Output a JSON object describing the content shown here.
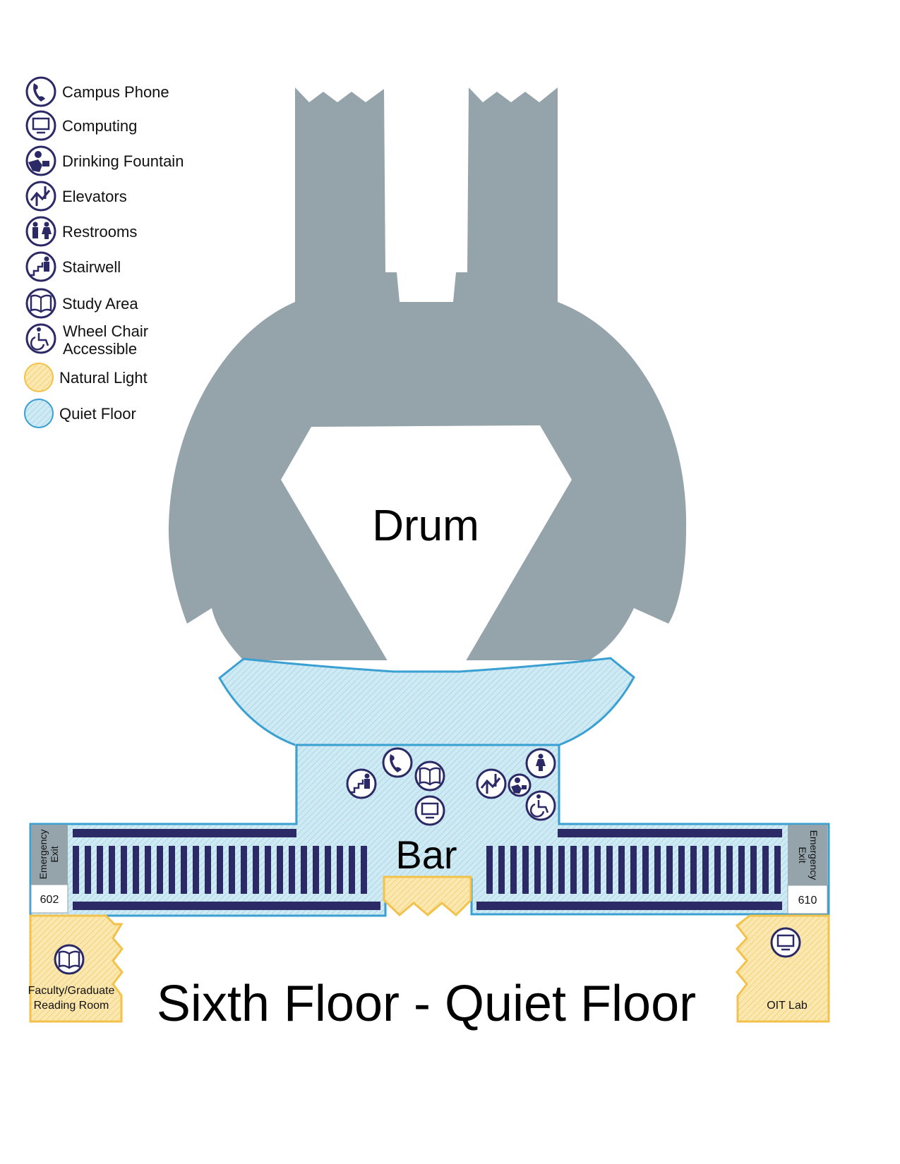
{
  "legend": {
    "items": [
      {
        "label": "Campus Phone",
        "icon": "phone-icon"
      },
      {
        "label": "Computing",
        "icon": "computer-icon"
      },
      {
        "label": "Drinking Fountain",
        "icon": "drinking-fountain-icon"
      },
      {
        "label": "Elevators",
        "icon": "elevator-icon"
      },
      {
        "label": "Restrooms",
        "icon": "restroom-icon"
      },
      {
        "label": "Stairwell",
        "icon": "stairwell-icon"
      },
      {
        "label": "Study Area",
        "icon": "study-area-icon"
      },
      {
        "label_line1": "Wheel Chair",
        "label_line2": "Accessible",
        "icon": "wheelchair-icon"
      },
      {
        "label": "Natural Light",
        "icon": "natural-light-swatch"
      },
      {
        "label": "Quiet Floor",
        "icon": "quiet-floor-swatch"
      }
    ]
  },
  "map": {
    "drum_label": "Drum",
    "bar_label": "Bar",
    "title": "Sixth Floor - Quiet Floor",
    "exit_left": {
      "line1": "Emergency",
      "line2": "Exit",
      "room": "602"
    },
    "exit_right": {
      "line1": "Emergency",
      "line2": "Exit",
      "room": "610"
    },
    "reading_room": {
      "line1": "Faculty/Graduate",
      "line2": "Reading Room"
    },
    "oit_lab": "OIT Lab"
  },
  "colors": {
    "building_gray": "#95a3ab",
    "quiet_blue": "#cfeaf3",
    "quiet_border": "#3a9fd1",
    "natural_yellow": "#fbe7b0",
    "natural_border": "#f2c24b",
    "shelf_navy": "#2b2966",
    "icon_navy": "#2b2966"
  }
}
